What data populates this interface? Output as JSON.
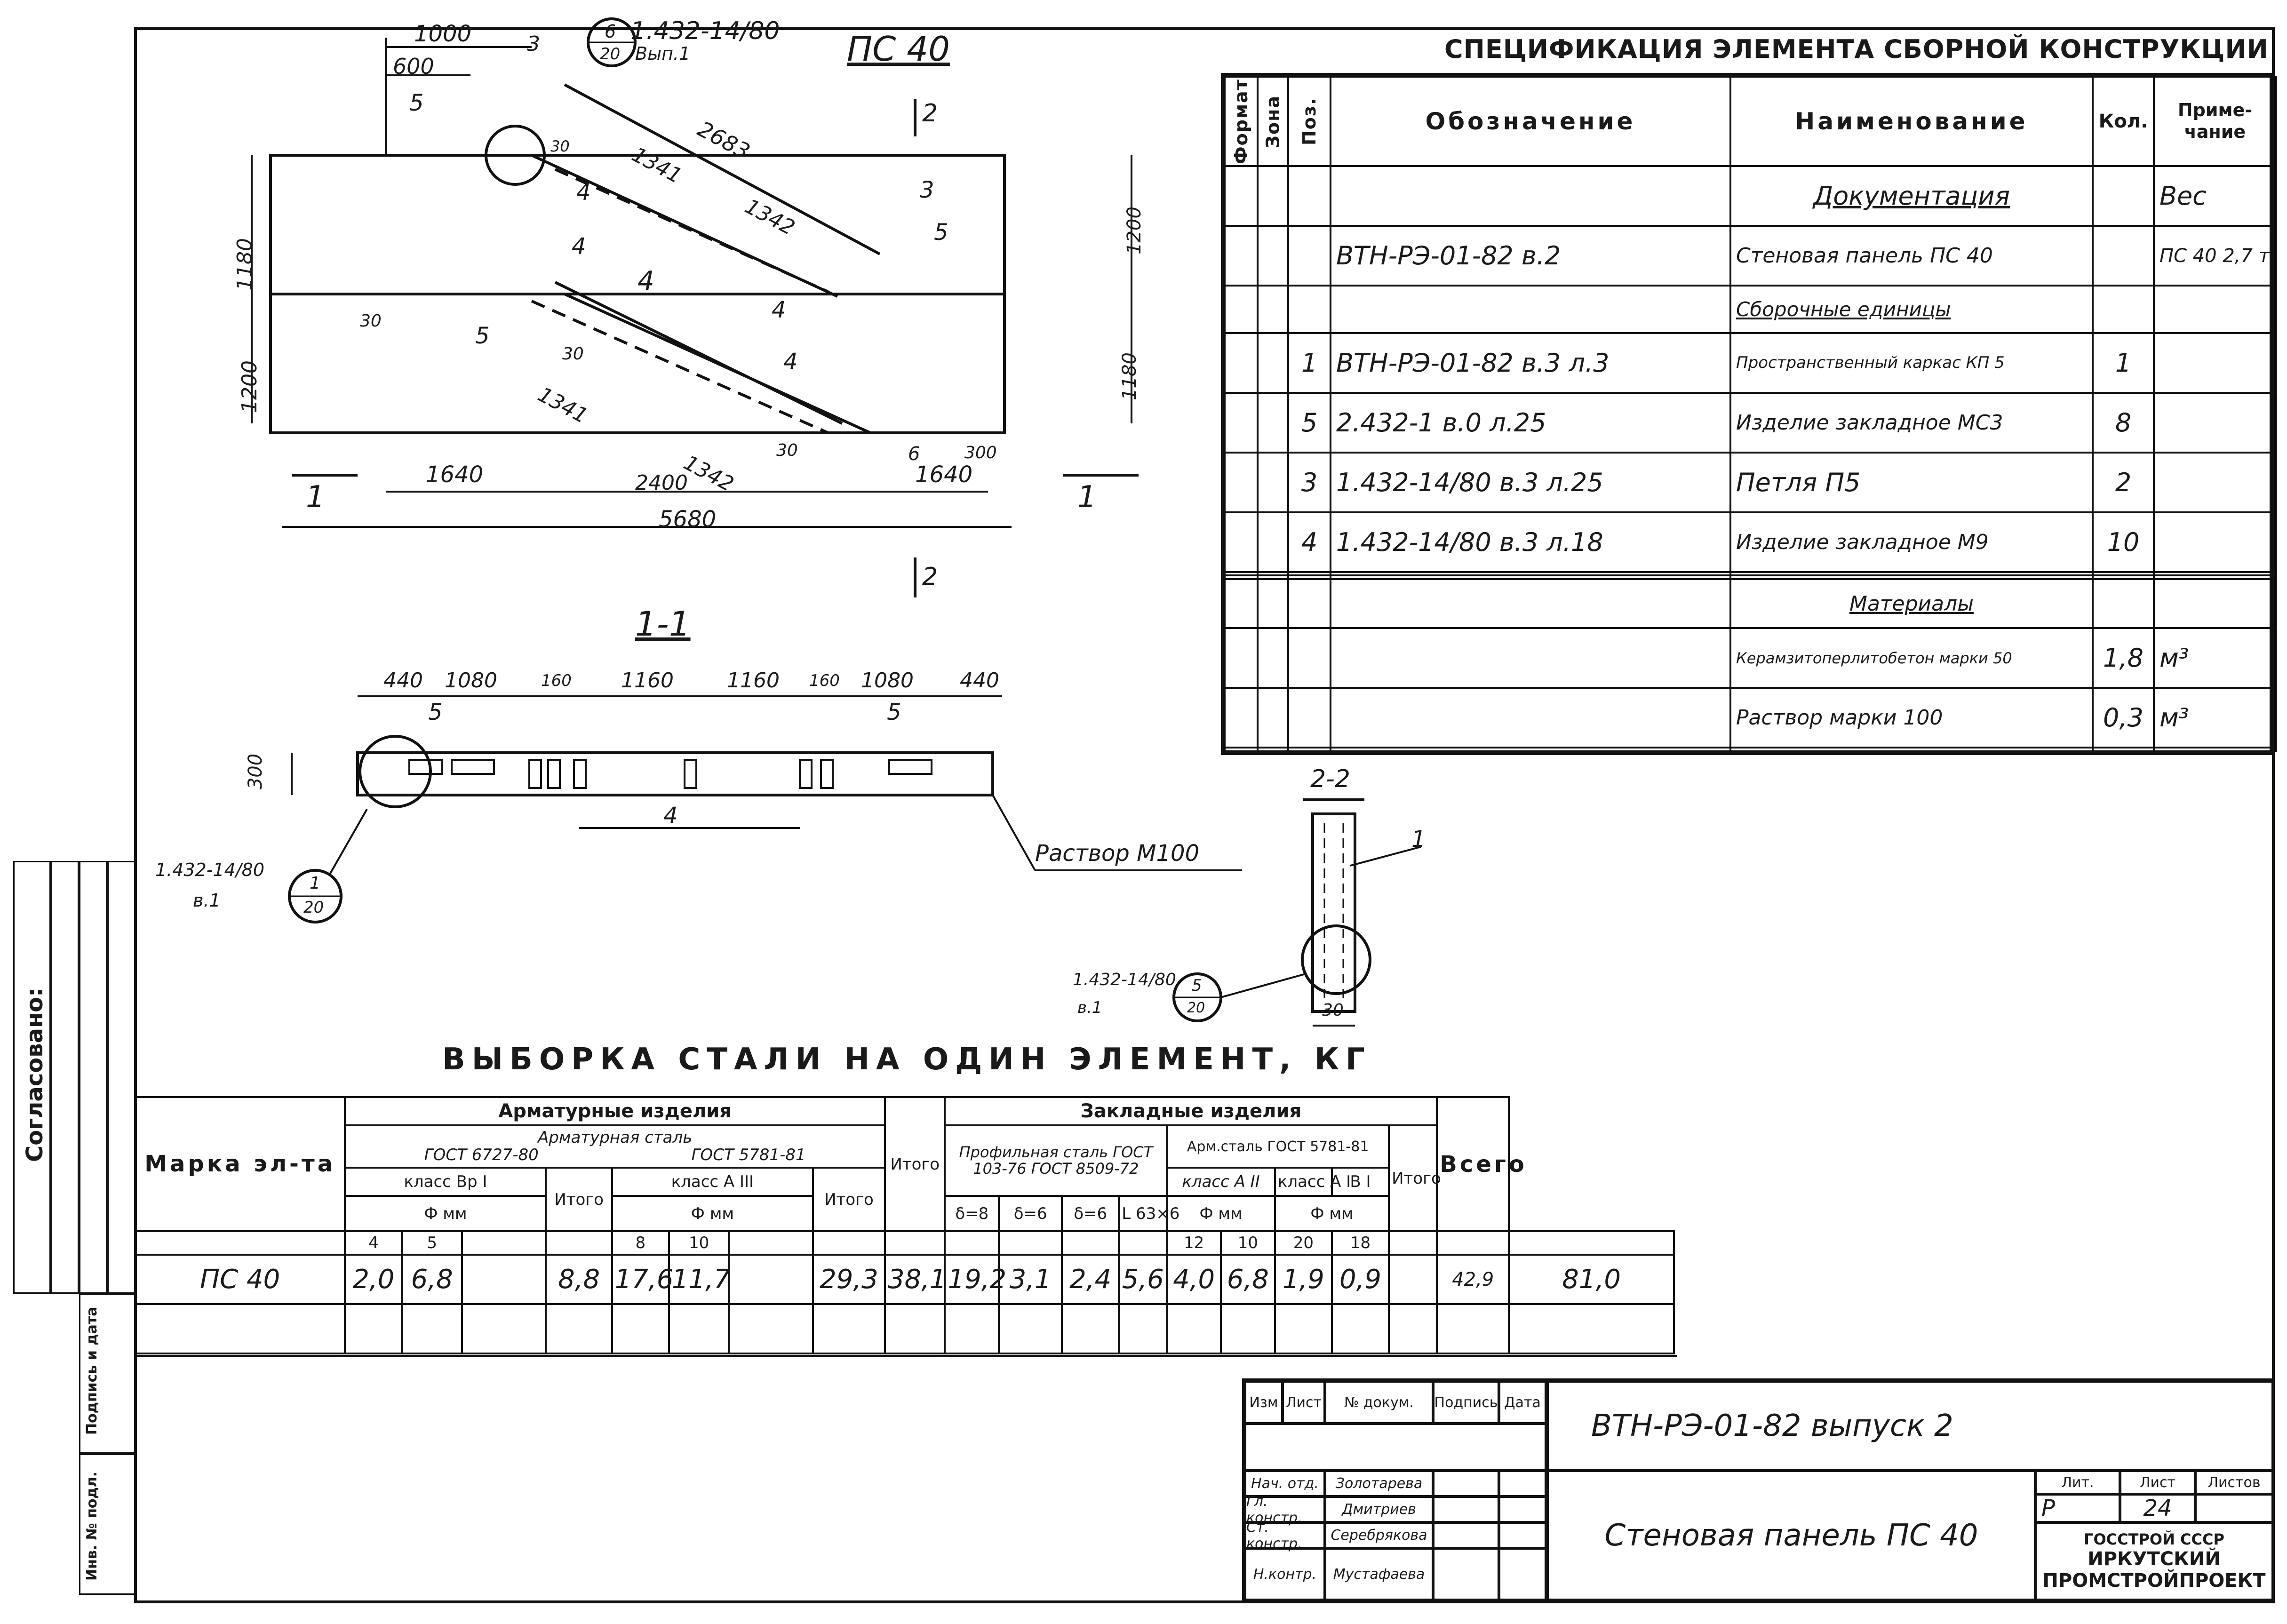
{
  "header": {
    "series_code": "1.432-14/80",
    "series_issue": "Вып.1",
    "circle_top": "6",
    "circle_bottom": "20",
    "panel_mark": "ПС 40",
    "spec_title": "СПЕЦИФИКАЦИЯ ЭЛЕМЕНТА СБОРНОЙ КОНСТРУКЦИИ"
  },
  "plan_dims": {
    "d1000": "1000",
    "d600": "600",
    "d2683": "2683",
    "d1341a": "1341",
    "d1342a": "1342",
    "d1341b": "1341",
    "d1342b": "1342",
    "d1180a": "1180",
    "d1200a": "1200",
    "d1200b": "1200",
    "d1180b": "1180",
    "d1640a": "1640",
    "d2400": "2400",
    "d1640b": "1640",
    "d5680": "5680",
    "d30a": "30",
    "d30b": "30",
    "d30c": "30",
    "d300": "300",
    "d30d": "30",
    "mk3": "3",
    "mk5a": "5",
    "mk4a": "4",
    "mk3b": "3",
    "mk5b": "5",
    "mk4b": "4",
    "mk4c": "4",
    "mk5c": "5",
    "mk4d": "4",
    "mk4e": "4",
    "mk6": "6",
    "sec2top": "2",
    "sec2bot": "2",
    "sec1l": "1",
    "sec1r": "1"
  },
  "section11": {
    "title": "1-1",
    "dims": [
      "440",
      "1080",
      "160",
      "1160",
      "1160",
      "160",
      "1080",
      "440"
    ],
    "height": "300",
    "mk5a": "5",
    "mk5b": "5",
    "mk4": "4",
    "mortar": "Раствор М100",
    "ref_code": "1.432-14/80",
    "ref_issue": "в.1",
    "circle_top": "1",
    "circle_bottom": "20"
  },
  "section22": {
    "title": "2-2",
    "mk1": "1",
    "ref_code": "1.432-14/80",
    "ref_issue": "в.1",
    "circle_top": "5",
    "circle_bottom": "20",
    "dim": "30"
  },
  "spec": {
    "headers": {
      "format": "Формат",
      "zone": "Зона",
      "pos": "Поз.",
      "designation": "Обозначение",
      "name": "Наименование",
      "qty": "Кол.",
      "note": "Приме-чание"
    },
    "rows": [
      {
        "pos": "",
        "designation": "",
        "name": "Документация",
        "qty": "",
        "note": "Вес"
      },
      {
        "pos": "",
        "designation": "ВТН-РЭ-01-82 в.2",
        "name": "Стеновая панель ПС 40",
        "qty": "",
        "note": "ПС 40 2,7 т"
      },
      {
        "pos": "",
        "designation": "",
        "name": "Сборочные единицы",
        "qty": "",
        "note": ""
      },
      {
        "pos": "1",
        "designation": "ВТН-РЭ-01-82 в.3 л.3",
        "name": "Пространственный каркас КП 5",
        "qty": "1",
        "note": ""
      },
      {
        "pos": "5",
        "designation": "2.432-1 в.0 л.25",
        "name": "Изделие закладное МС3",
        "qty": "8",
        "note": ""
      },
      {
        "pos": "3",
        "designation": "1.432-14/80 в.3 л.25",
        "name": "Петля П5",
        "qty": "2",
        "note": ""
      },
      {
        "pos": "4",
        "designation": "1.432-14/80 в.3 л.18",
        "name": "Изделие закладное М9",
        "qty": "10",
        "note": ""
      },
      {
        "pos": "",
        "designation": "",
        "name": "",
        "qty": "",
        "note": ""
      },
      {
        "pos": "",
        "designation": "",
        "name": "",
        "qty": "",
        "note": ""
      },
      {
        "pos": "",
        "designation": "",
        "name": "Материалы",
        "qty": "",
        "note": ""
      },
      {
        "pos": "",
        "designation": "",
        "name": "Керамзитоперлитобетон марки 50",
        "qty": "1,8",
        "note": "м³"
      },
      {
        "pos": "",
        "designation": "",
        "name": "Раствор марки 100",
        "qty": "0,3",
        "note": "м³"
      },
      {
        "pos": "",
        "designation": "",
        "name": "",
        "qty": "",
        "note": ""
      }
    ]
  },
  "steel": {
    "title": "ВЫБОРКА СТАЛИ НА ОДИН ЭЛЕМЕНТ, КГ",
    "mark_label": "Марка эл-та",
    "reinf_group": "Арматурные изделия",
    "reinf_steel": "Арматурная сталь",
    "gost1": "ГОСТ 6727-80",
    "gost2": "ГОСТ 5781-81",
    "class1": "класс Вр I",
    "class2": "класс А III",
    "dia1": "Ф мм",
    "dia2": "Ф мм",
    "itogo1": "Итого",
    "itogo2": "Итого",
    "itogo_reinf": "Итого",
    "emb_group": "Закладные изделия",
    "profile": "Профильная сталь ГОСТ 103-76 ГОСТ 8509-72",
    "armsteel": "Арм.сталь ГОСТ 5781-81",
    "class3": "класс А II",
    "class4": "класс А I",
    "class5": "В I",
    "dia3": "Ф мм",
    "dia4": "Ф мм",
    "itogo_emb": "Итого",
    "total": "Всего",
    "sub": [
      "4",
      "5",
      "8",
      "10",
      "δ=8",
      "δ=6",
      "δ=6",
      "L 63×6",
      "12",
      "10",
      "20",
      "18"
    ],
    "row": {
      "mark": "ПС 40",
      "v4": "2,0",
      "v5": "6,8",
      "it1": "8,8",
      "v8": "17,6",
      "v10": "11,7",
      "it2": "29,3",
      "itr": "38,1",
      "e1": "19,2",
      "e2": "3,1",
      "e3": "2,4",
      "e4": "5,6",
      "e5": "4,0",
      "e6": "6,8",
      "e7": "1,9",
      "e8": "0,9",
      "ite": "42,9",
      "total": "81,0"
    }
  },
  "titleblock": {
    "code": "ВТН-РЭ-01-82 выпуск 2",
    "izm": "Изм",
    "list": "Лист",
    "ndoc": "№ докум.",
    "sign": "Подпись",
    "date": "Дата",
    "roles": [
      "Нач. отд.",
      "Гл. констр.",
      "Ст. констр.",
      "Н.контр."
    ],
    "names": [
      "Золотарева",
      "Дмитриев",
      "Серебрякова",
      "Мустафаева"
    ],
    "name_text": "Стеновая панель ПС 40",
    "lit": "Лит.",
    "sheet": "Лист",
    "sheets": "Листов",
    "lit_val": "Р",
    "sheet_val": "24",
    "org1": "ГОССТРОЙ СССР",
    "org2": "ИРКУТСКИЙ",
    "org3": "ПРОМСТРОЙПРОЕКТ"
  },
  "stamp": {
    "agreed": "Согласовано:",
    "sign_date": "Подпись и дата",
    "inv": "Инв. № подл."
  }
}
